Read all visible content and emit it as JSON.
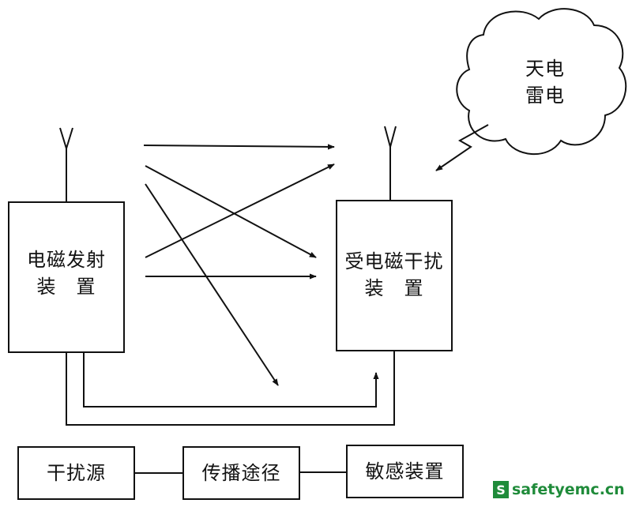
{
  "transmitter": {
    "line1": "电磁发射",
    "line2": "装　置"
  },
  "receiver": {
    "line1": "受电磁干扰",
    "line2": "装　置"
  },
  "cloud": {
    "line1": "天电",
    "line2": "雷电"
  },
  "legend": {
    "source": "干扰源",
    "path": "传播途径",
    "sensitive": "敏感装置"
  },
  "watermark": {
    "logo": "S",
    "text": "safetyemc.cn"
  },
  "colors": {
    "ink": "#111111",
    "watermark": "#1f8b3a",
    "background": "#ffffff"
  }
}
